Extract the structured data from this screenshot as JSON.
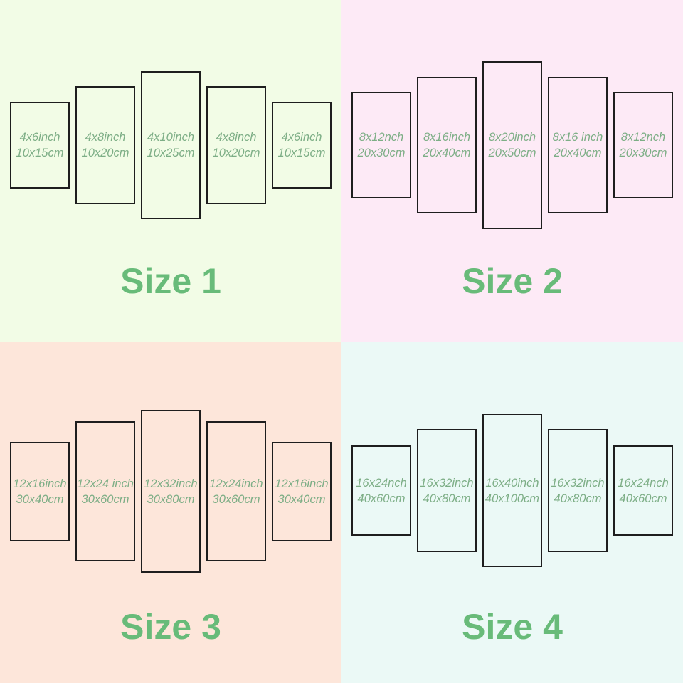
{
  "colors": {
    "size1_background": "#f2fce6",
    "size2_background": "#fdeaf6",
    "size3_background": "#fde6da",
    "size4_background": "#ebf9f6",
    "panel_border": "#1e1e1e",
    "label_green": "#7dae86",
    "title_green": "#68bb79"
  },
  "quadrants": [
    {
      "title": "Size 1",
      "panels": [
        {
          "inch": "4x6inch",
          "cm": "10x15cm"
        },
        {
          "inch": "4x8inch",
          "cm": "10x20cm"
        },
        {
          "inch": "4x10inch",
          "cm": "10x25cm"
        },
        {
          "inch": "4x8inch",
          "cm": "10x20cm"
        },
        {
          "inch": "4x6inch",
          "cm": "10x15cm"
        }
      ]
    },
    {
      "title": "Size 2",
      "panels": [
        {
          "inch": "8x12nch",
          "cm": "20x30cm"
        },
        {
          "inch": "8x16inch",
          "cm": "20x40cm"
        },
        {
          "inch": "8x20inch",
          "cm": "20x50cm"
        },
        {
          "inch": "8x16 inch",
          "cm": "20x40cm"
        },
        {
          "inch": "8x12nch",
          "cm": "20x30cm"
        }
      ]
    },
    {
      "title": "Size 3",
      "panels": [
        {
          "inch": "12x16inch",
          "cm": "30x40cm"
        },
        {
          "inch": "12x24 inch",
          "cm": "30x60cm"
        },
        {
          "inch": "12x32inch",
          "cm": "30x80cm"
        },
        {
          "inch": "12x24inch",
          "cm": "30x60cm"
        },
        {
          "inch": "12x16inch",
          "cm": "30x40cm"
        }
      ]
    },
    {
      "title": "Size 4",
      "panels": [
        {
          "inch": "16x24nch",
          "cm": "40x60cm"
        },
        {
          "inch": "16x32inch",
          "cm": "40x80cm"
        },
        {
          "inch": "16x40inch",
          "cm": "40x100cm"
        },
        {
          "inch": "16x32inch",
          "cm": "40x80cm"
        },
        {
          "inch": "16x24nch",
          "cm": "40x60cm"
        }
      ]
    }
  ]
}
